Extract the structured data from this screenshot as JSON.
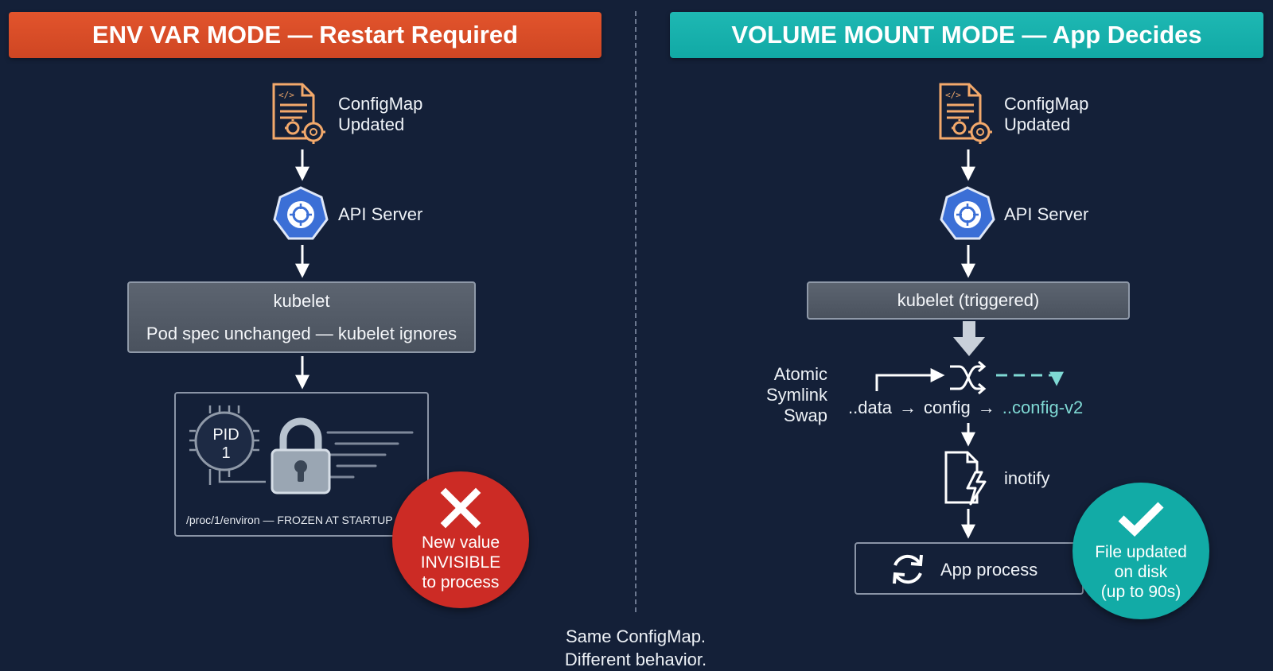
{
  "left_panel": {
    "banner": "ENV VAR MODE — Restart Required",
    "configmap_label": "ConfigMap\nUpdated",
    "configmap_line1": "ConfigMap",
    "configmap_line2": "Updated",
    "api_server_label": "API Server",
    "kubelet_title": "kubelet",
    "kubelet_subtitle": "Pod spec unchanged — kubelet ignores",
    "pid_line1": "PID",
    "pid_line2": "1",
    "environ_caption": "/proc/1/environ — FROZEN AT STARTUP",
    "status_line1": "New value",
    "status_line2": "INVISIBLE",
    "status_line3": "to process",
    "accent_color": "#d9502b",
    "status_color": "#cc2b25"
  },
  "right_panel": {
    "banner": "VOLUME MOUNT MODE — App Decides",
    "configmap_line1": "ConfigMap",
    "configmap_line2": "Updated",
    "api_server_label": "API Server",
    "kubelet_label": "kubelet (triggered)",
    "swap_line1": "Atomic",
    "swap_line2": "Symlink",
    "swap_line3": "Swap",
    "symlink_data": "..data",
    "symlink_config": "config",
    "symlink_target": "..config-v2",
    "inotify_label": "inotify",
    "app_process_label": "App process",
    "status_line1": "File updated",
    "status_line2": "on disk",
    "status_line3": "(up to 90s)",
    "accent_color": "#14b0ab",
    "status_color": "#12aba6"
  },
  "footer": {
    "line1": "Same ConfigMap.",
    "line2": "Different behavior."
  },
  "icons": {
    "configmap": "config-file-gear-icon",
    "api_server": "kubernetes-api-icon",
    "pid": "chip-icon",
    "lock": "padlock-icon",
    "status_fail": "x-mark-icon",
    "status_ok": "checkmark-icon",
    "symlink": "shuffle-icon",
    "inotify": "file-lightning-icon",
    "app_process": "refresh-icon"
  }
}
